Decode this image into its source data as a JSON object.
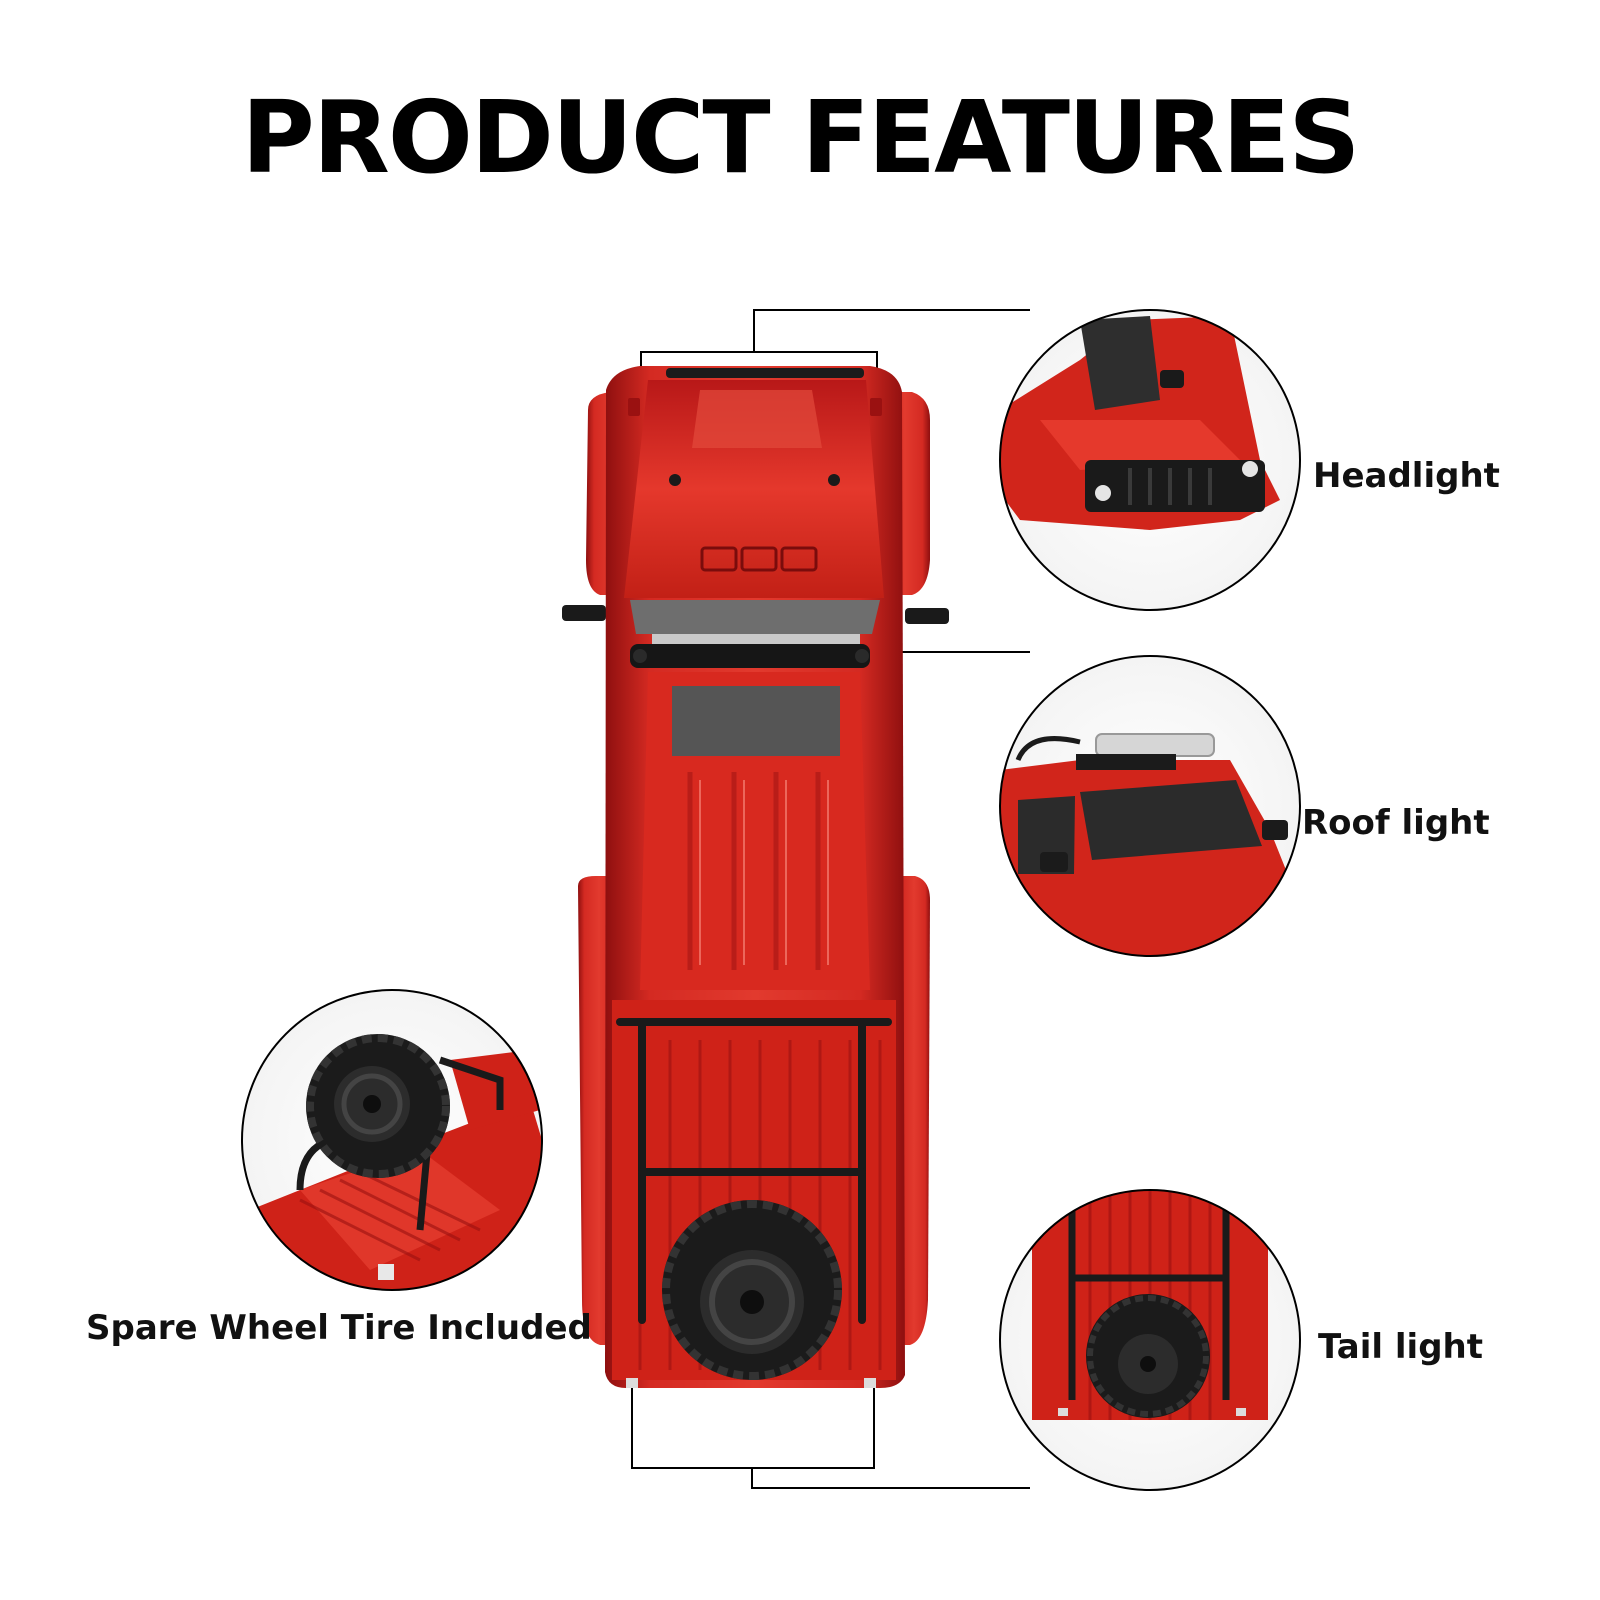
{
  "title": "PRODUCT FEATURES",
  "features": {
    "headlight": "Headlight",
    "roof_light": "Roof light",
    "tail_light": "Tail light",
    "spare_wheel": "Spare Wheel Tire Included"
  },
  "colors": {
    "body_red": "#c81e1e",
    "body_dark": "#8e0f0f",
    "highlight": "#f06a5a",
    "tire": "#1b1b1b",
    "line": "#000000"
  }
}
